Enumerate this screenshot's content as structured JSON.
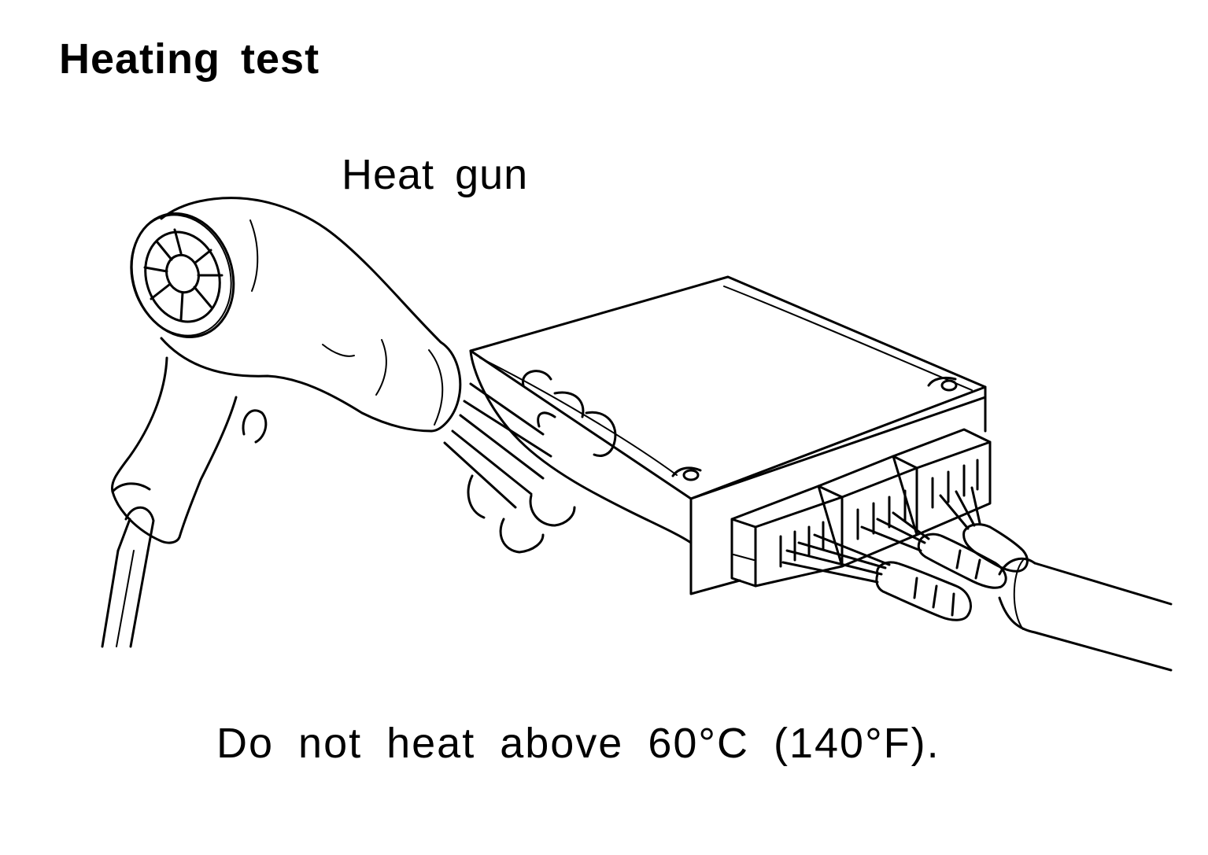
{
  "diagram": {
    "title": "Heating test",
    "tool_label": "Heat gun",
    "warning": "Do not heat above 60°C (140°F)."
  },
  "icons": {
    "heat_gun": "heat-gun-icon",
    "control_unit": "control-unit-icon",
    "wiring_harness": "wire-harness-icon",
    "heat_flow": "heat-flow-icon"
  },
  "colors": {
    "line": "#000000",
    "background": "#ffffff"
  }
}
